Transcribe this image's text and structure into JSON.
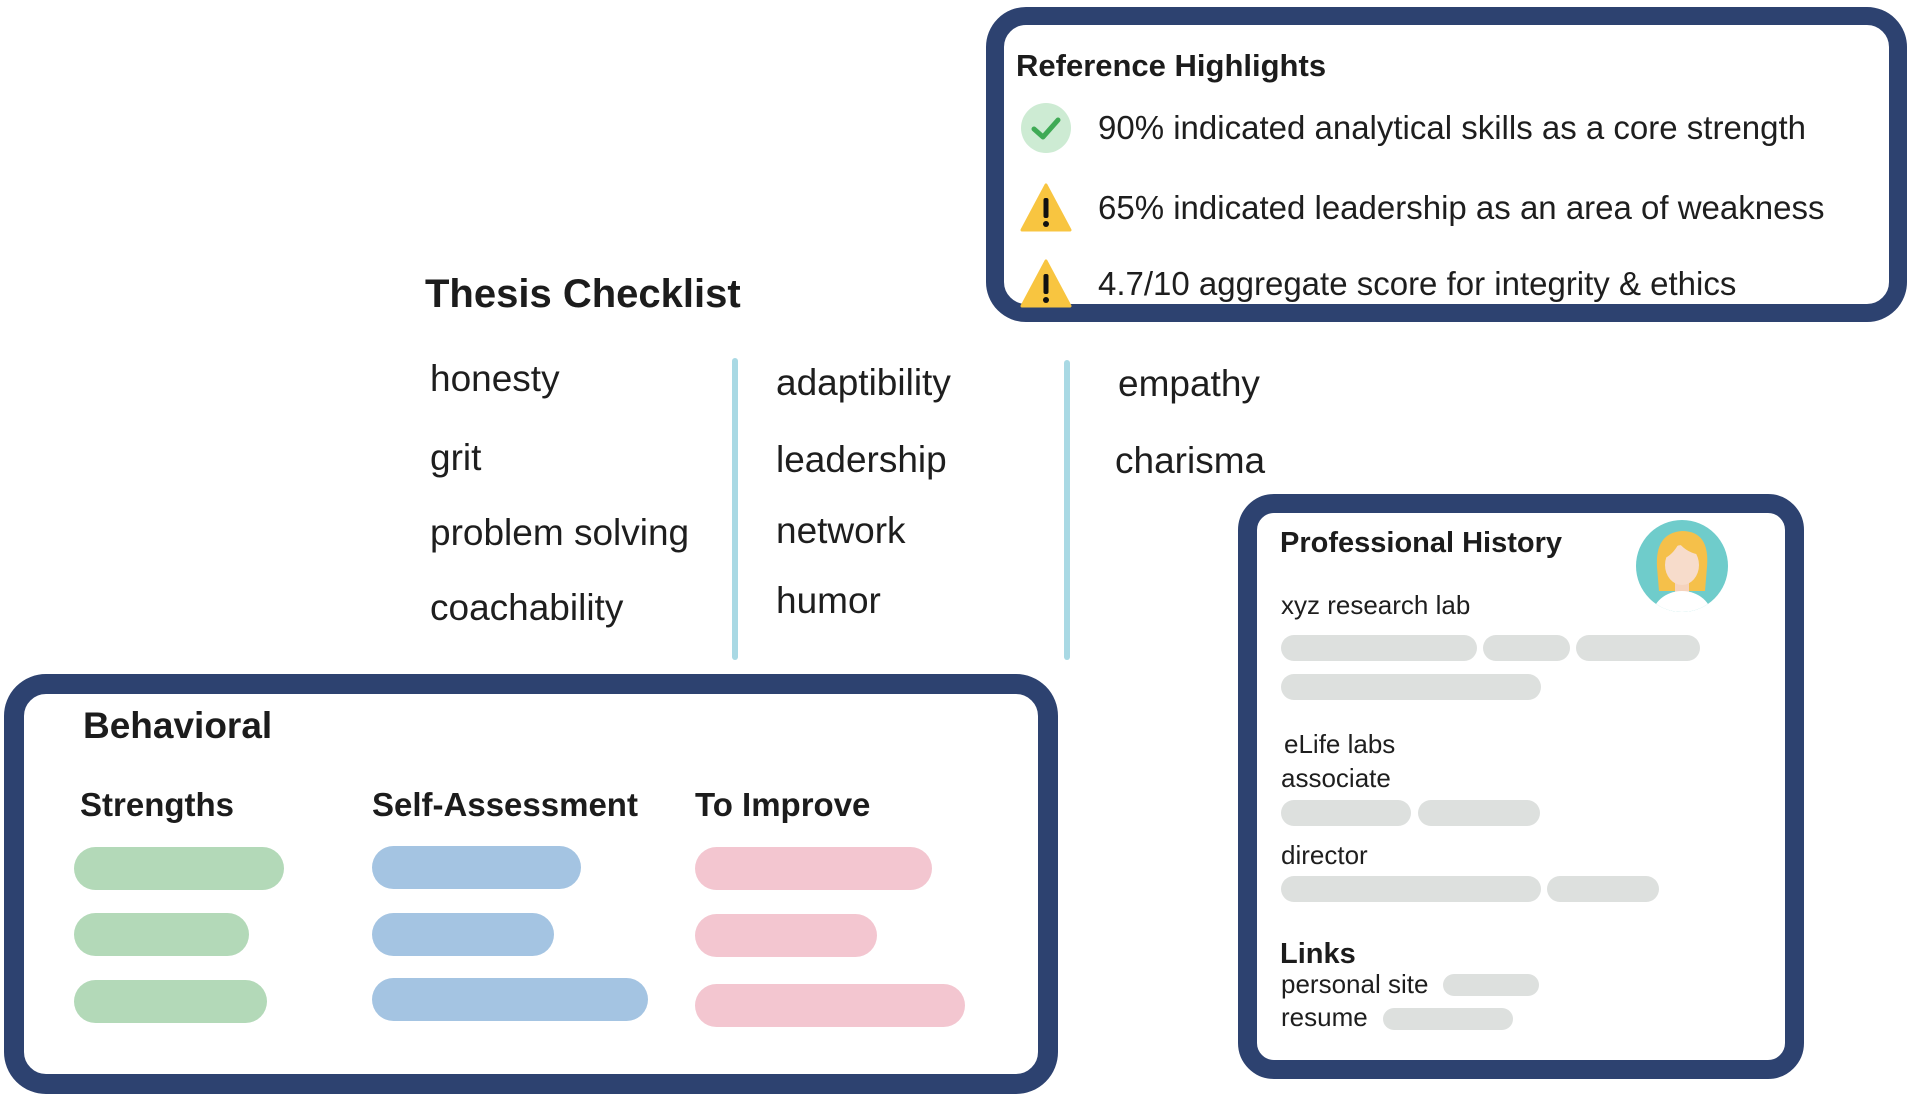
{
  "reference_highlights": {
    "title": "Reference Highlights",
    "items": [
      {
        "icon": "check-circle-icon",
        "text": "90% indicated analytical skills as a core strength"
      },
      {
        "icon": "warning-icon",
        "text": "65% indicated leadership as an area of weakness"
      },
      {
        "icon": "warning-icon",
        "text": "4.7/10 aggregate score for integrity & ethics"
      }
    ]
  },
  "thesis_checklist": {
    "title": "Thesis Checklist",
    "columns": [
      [
        "honesty",
        "grit",
        "problem solving",
        "coachability"
      ],
      [
        "adaptibility",
        "leadership",
        "network",
        "humor"
      ],
      [
        "empathy",
        "charisma"
      ]
    ]
  },
  "behavioral": {
    "title": "Behavioral",
    "columns": [
      {
        "label": "Strengths",
        "color": "#b3d9b8"
      },
      {
        "label": "Self-Assessment",
        "color": "#a4c4e2"
      },
      {
        "label": "To Improve",
        "color": "#f3c6d0"
      }
    ]
  },
  "professional_history": {
    "title": "Professional History",
    "entries": [
      {
        "org": "xyz research lab"
      },
      {
        "org": "eLife labs",
        "roles": [
          "associate",
          "director"
        ]
      }
    ],
    "links_title": "Links",
    "links": [
      "personal site",
      "resume"
    ]
  },
  "colors": {
    "card_border": "#2d4270",
    "divider": "#a9d9e4",
    "placeholder_bar": "#dde0de",
    "check": "#4caf50",
    "warning": "#f8c540"
  }
}
